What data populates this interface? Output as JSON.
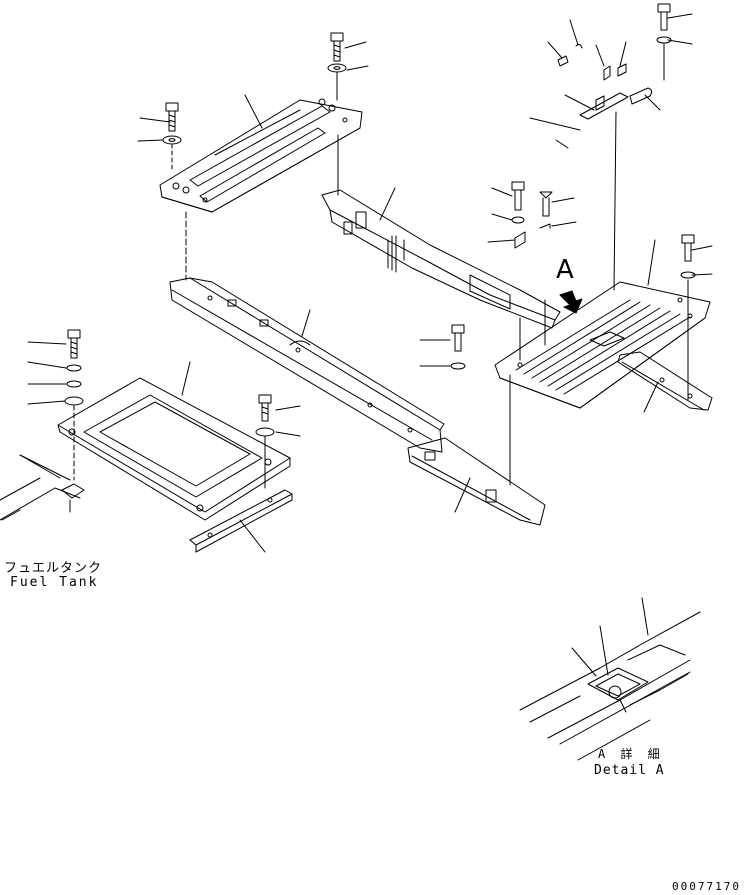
{
  "labels": {
    "fuel_tank_jp": "フュエルタンク",
    "fuel_tank_en": "Fuel Tank",
    "view_arrow": "A",
    "detail_jp": "A 詳 細",
    "detail_en": "Detail A",
    "figure_code": "00077170"
  },
  "colors": {
    "line": "#000000",
    "background": "#ffffff"
  }
}
